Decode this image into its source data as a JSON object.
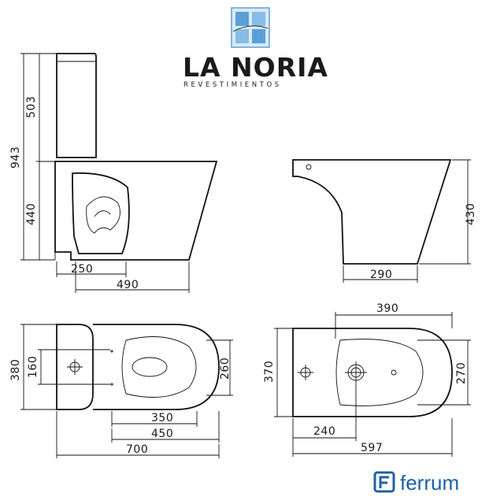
{
  "brand": {
    "name": "LA NORIA",
    "subtitle": "REVESTIMIENTOS",
    "partner": "ferrum",
    "accent_color": "#1f5fa8",
    "logo_color": "#5aa0d8"
  },
  "dimensions": {
    "side_view": {
      "total_height": "943",
      "tank_height": "503",
      "bowl_height": "440",
      "outlet_distance": "250",
      "length": "490"
    },
    "bidet_side": {
      "height": "430",
      "base": "290"
    },
    "wc_top": {
      "width": "380",
      "hole_spacing": "160",
      "seat_width": "260",
      "seat_to_front": "350",
      "seat_total": "450",
      "total_length": "700"
    },
    "bidet_top": {
      "width": "370",
      "inner_width": "270",
      "tap_span": "390",
      "hole_offset": "240",
      "total_length": "597"
    }
  }
}
